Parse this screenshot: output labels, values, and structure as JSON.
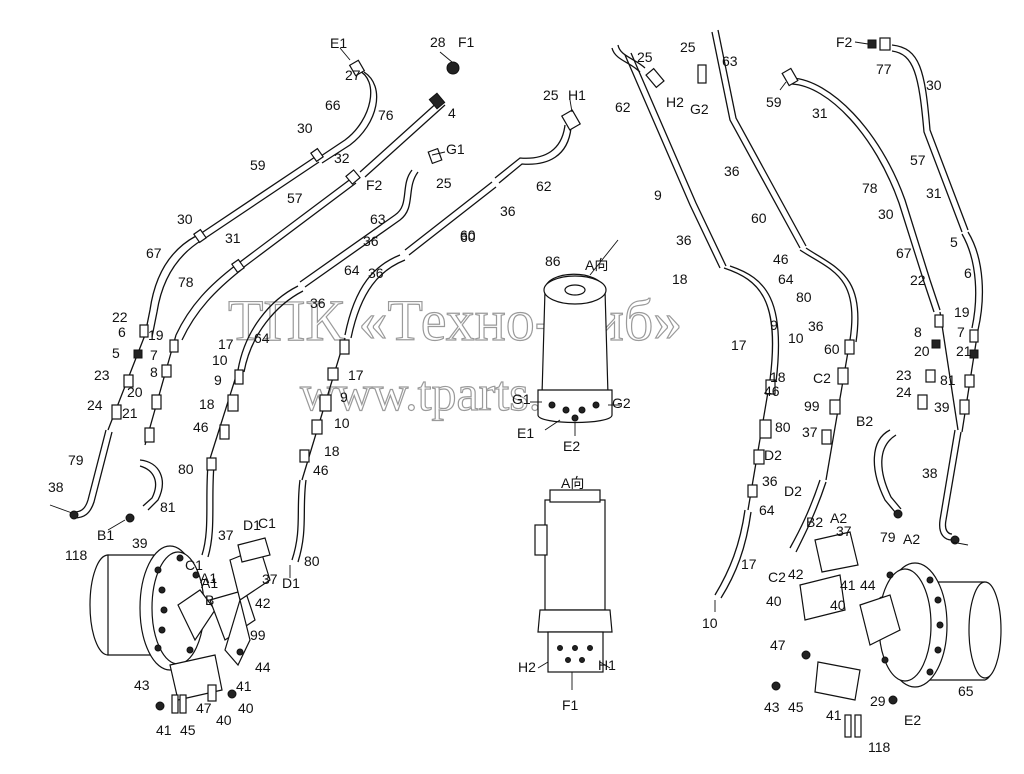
{
  "watermark": {
    "line1": "ТПК «Техно-Сиб»",
    "line2": "www.tparts.ru"
  },
  "labels": [
    "E1",
    "27",
    "66",
    "30",
    "59",
    "67",
    "30",
    "57",
    "31",
    "78",
    "22",
    "6",
    "5",
    "23",
    "24",
    "79",
    "A1",
    "38",
    "19",
    "7",
    "8",
    "20",
    "21",
    "81",
    "B1",
    "39",
    "76",
    "32",
    "F2",
    "28",
    "F1",
    "4",
    "G1",
    "25",
    "63",
    "36",
    "64",
    "17",
    "10",
    "9",
    "18",
    "46",
    "80",
    "36",
    "60",
    "36",
    "64",
    "17",
    "9",
    "10",
    "18",
    "46",
    "80",
    "D1",
    "25",
    "H1",
    "62",
    "36",
    "60",
    "C1",
    "D1",
    "37",
    "37",
    "42",
    "99",
    "44",
    "41",
    "40",
    "40",
    "45",
    "47",
    "43",
    "41",
    "118",
    "C1",
    "B",
    "A1",
    "86",
    "A向",
    "G1",
    "G2",
    "E1",
    "E2",
    "A向",
    "H2",
    "H1",
    "F1",
    "25",
    "H2",
    "62",
    "25",
    "G2",
    "63",
    "36",
    "60",
    "36",
    "64",
    "17",
    "9",
    "10",
    "18",
    "46",
    "80",
    "D2",
    "36",
    "64",
    "17",
    "10",
    "9",
    "18",
    "46",
    "80",
    "36",
    "60",
    "C2",
    "99",
    "37",
    "D2",
    "C2",
    "42",
    "B2",
    "A2",
    "37",
    "44",
    "41",
    "40",
    "40",
    "47",
    "45",
    "43",
    "41",
    "118",
    "E2",
    "29",
    "65",
    "F2",
    "77",
    "30",
    "59",
    "31",
    "57",
    "31",
    "78",
    "30",
    "67",
    "22",
    "5",
    "6",
    "19",
    "7",
    "8",
    "20",
    "21",
    "23",
    "24",
    "81",
    "39",
    "B2",
    "79",
    "A2",
    "38"
  ]
}
